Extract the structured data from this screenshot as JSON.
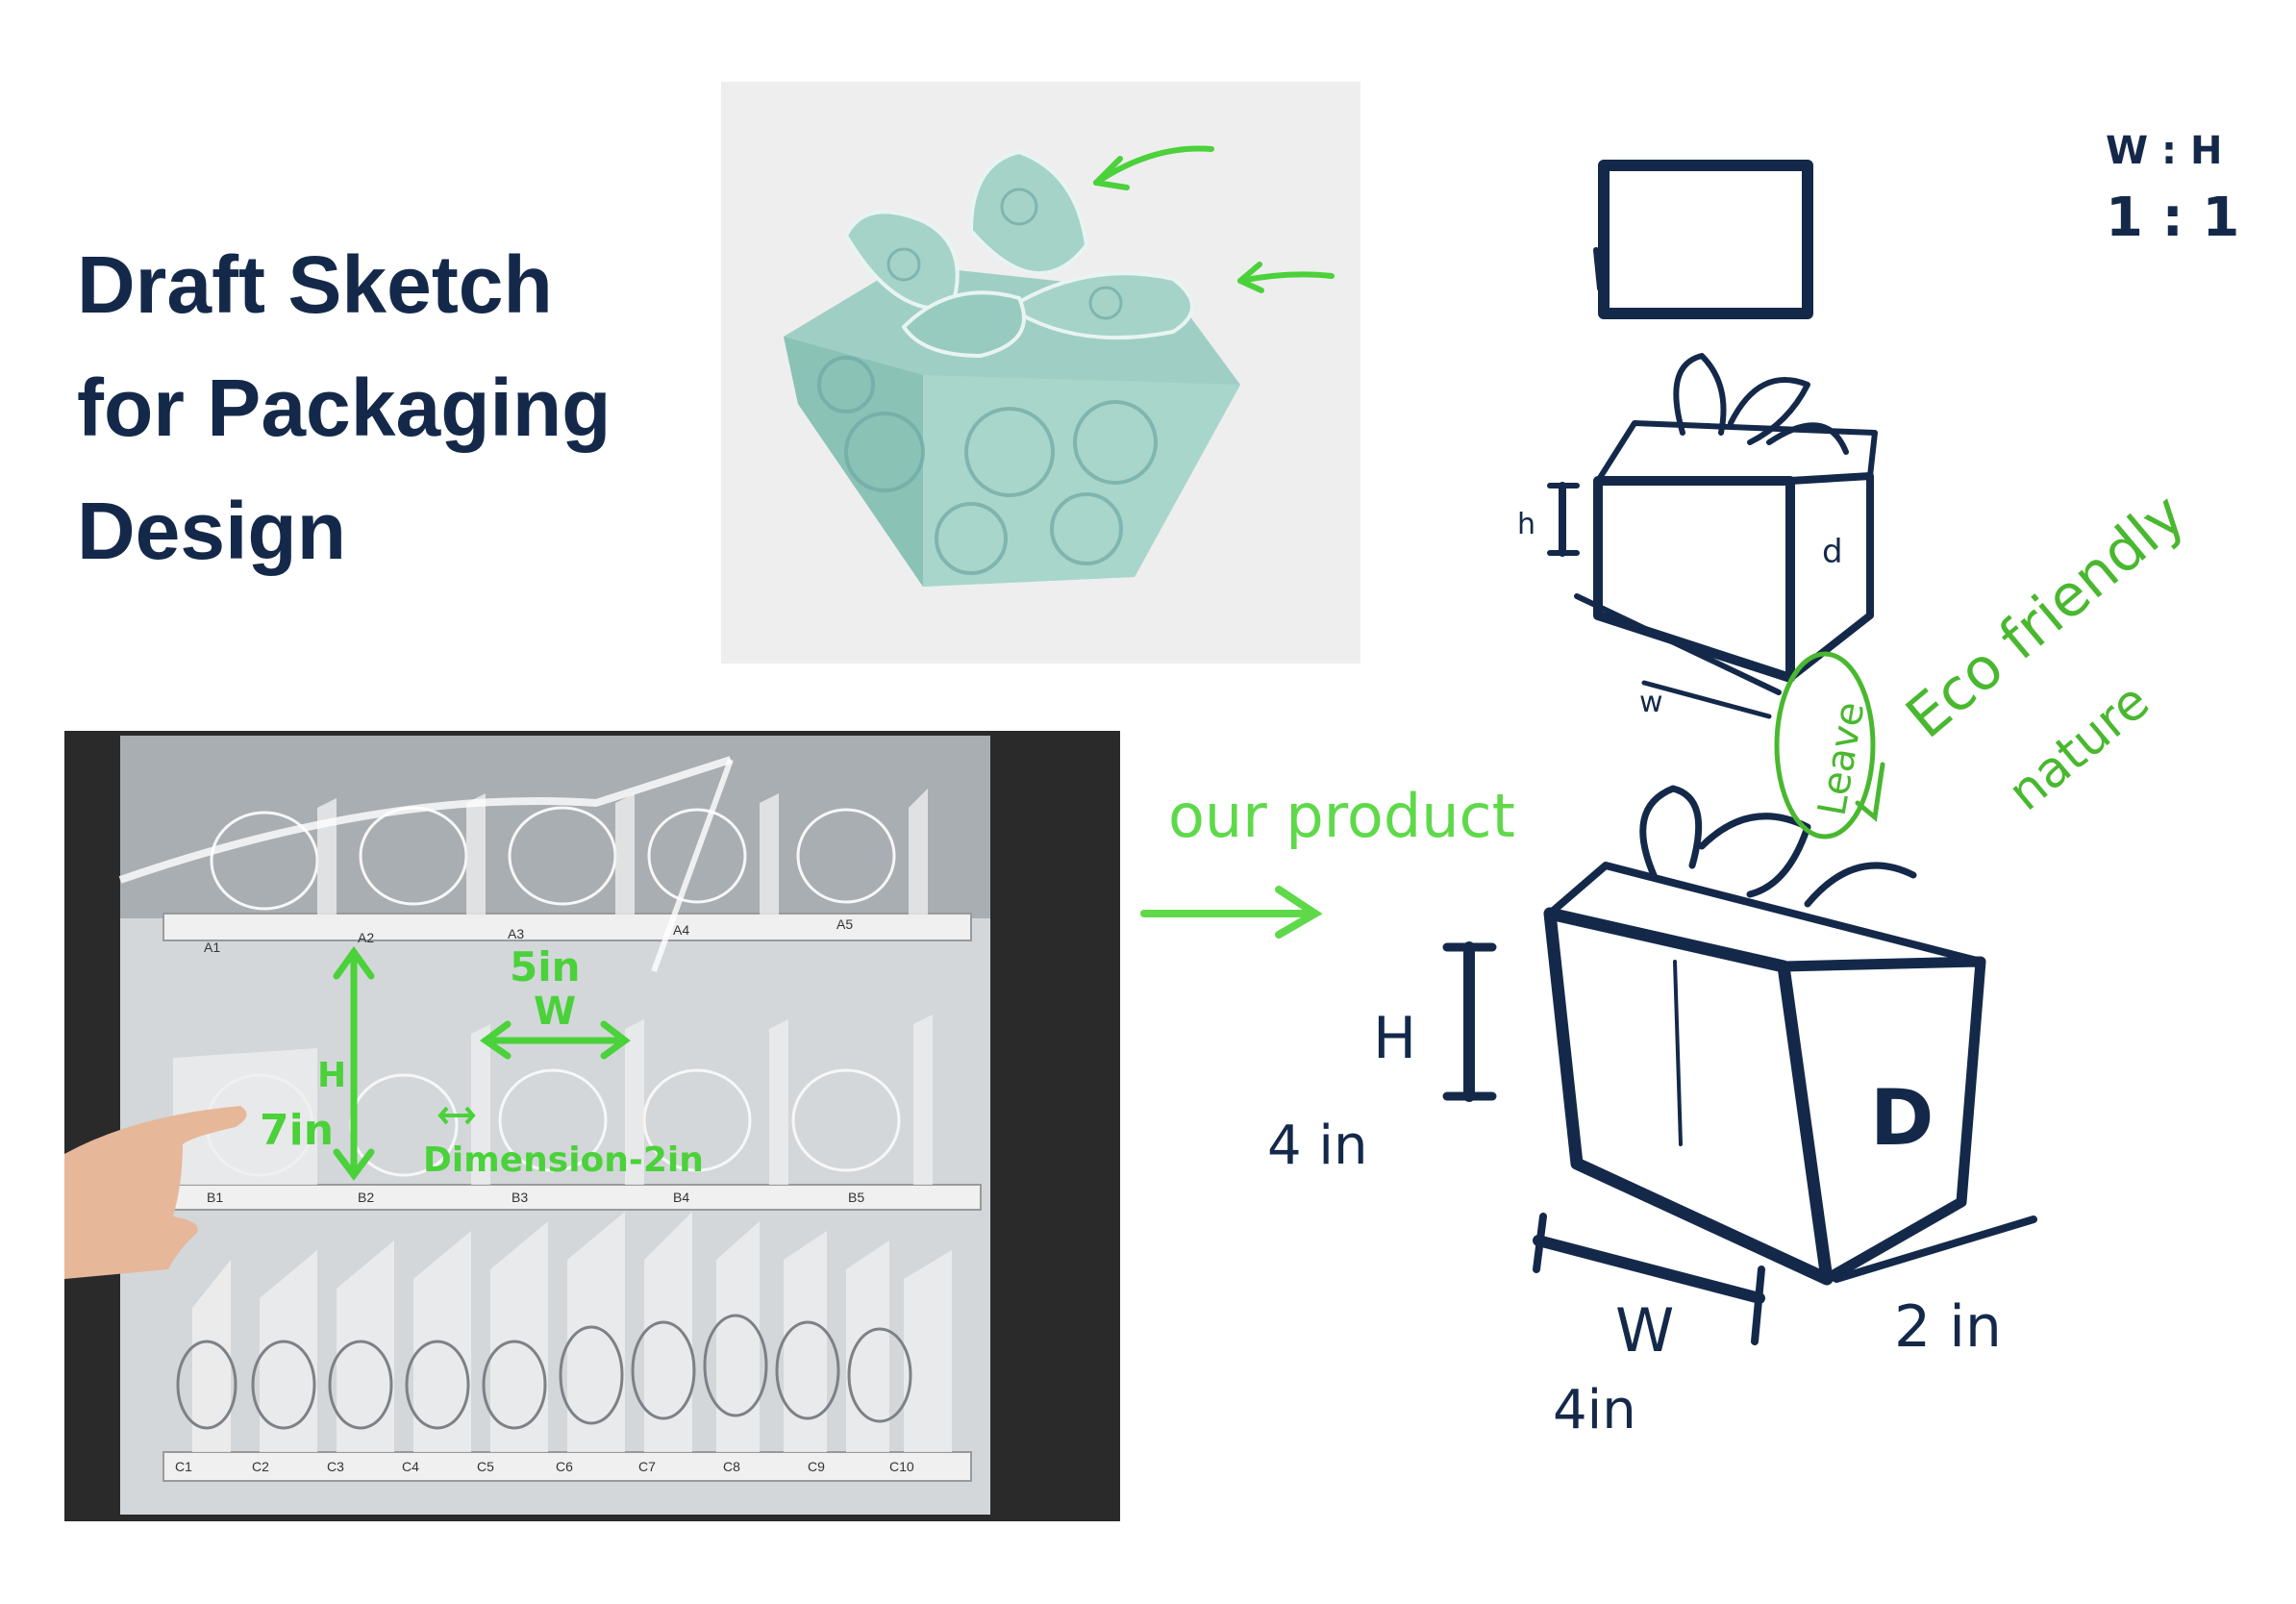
{
  "title": {
    "line1": "Draft Sketch",
    "line2": "for Packaging",
    "line3": "Design"
  },
  "sketch": {
    "ratio_header": "W : H",
    "ratio_value": "1 : 1",
    "top_small_label": "h",
    "mid_label_w": "w",
    "mid_label_d": "d",
    "leave_label": "Leave",
    "eco_line1": "Eco friendly",
    "eco_line2": "nature",
    "our_product": "our product",
    "label_h": "H",
    "label_h_value": "4 in",
    "label_w": "W",
    "label_w_value": "4in",
    "label_d": "D",
    "label_d_value": "2 in"
  },
  "vending": {
    "height_letter": "H",
    "height_value": "7in",
    "width_value": "5in",
    "width_letter": "W",
    "dimension_note": "Dimension-2in",
    "row_a": [
      "A1",
      "A2",
      "A3",
      "A4",
      "A5"
    ],
    "row_b": [
      "B1",
      "B2",
      "B3",
      "B4",
      "B5"
    ],
    "row_c": [
      "C1",
      "C2",
      "C3",
      "C4",
      "C5",
      "C6",
      "C7",
      "C8",
      "C9",
      "C10"
    ]
  },
  "colors": {
    "navy": "#14294a",
    "annotation_green": "#4bd13a",
    "sketch_green": "#49b82f",
    "box_teal": "#9fcfc4"
  }
}
